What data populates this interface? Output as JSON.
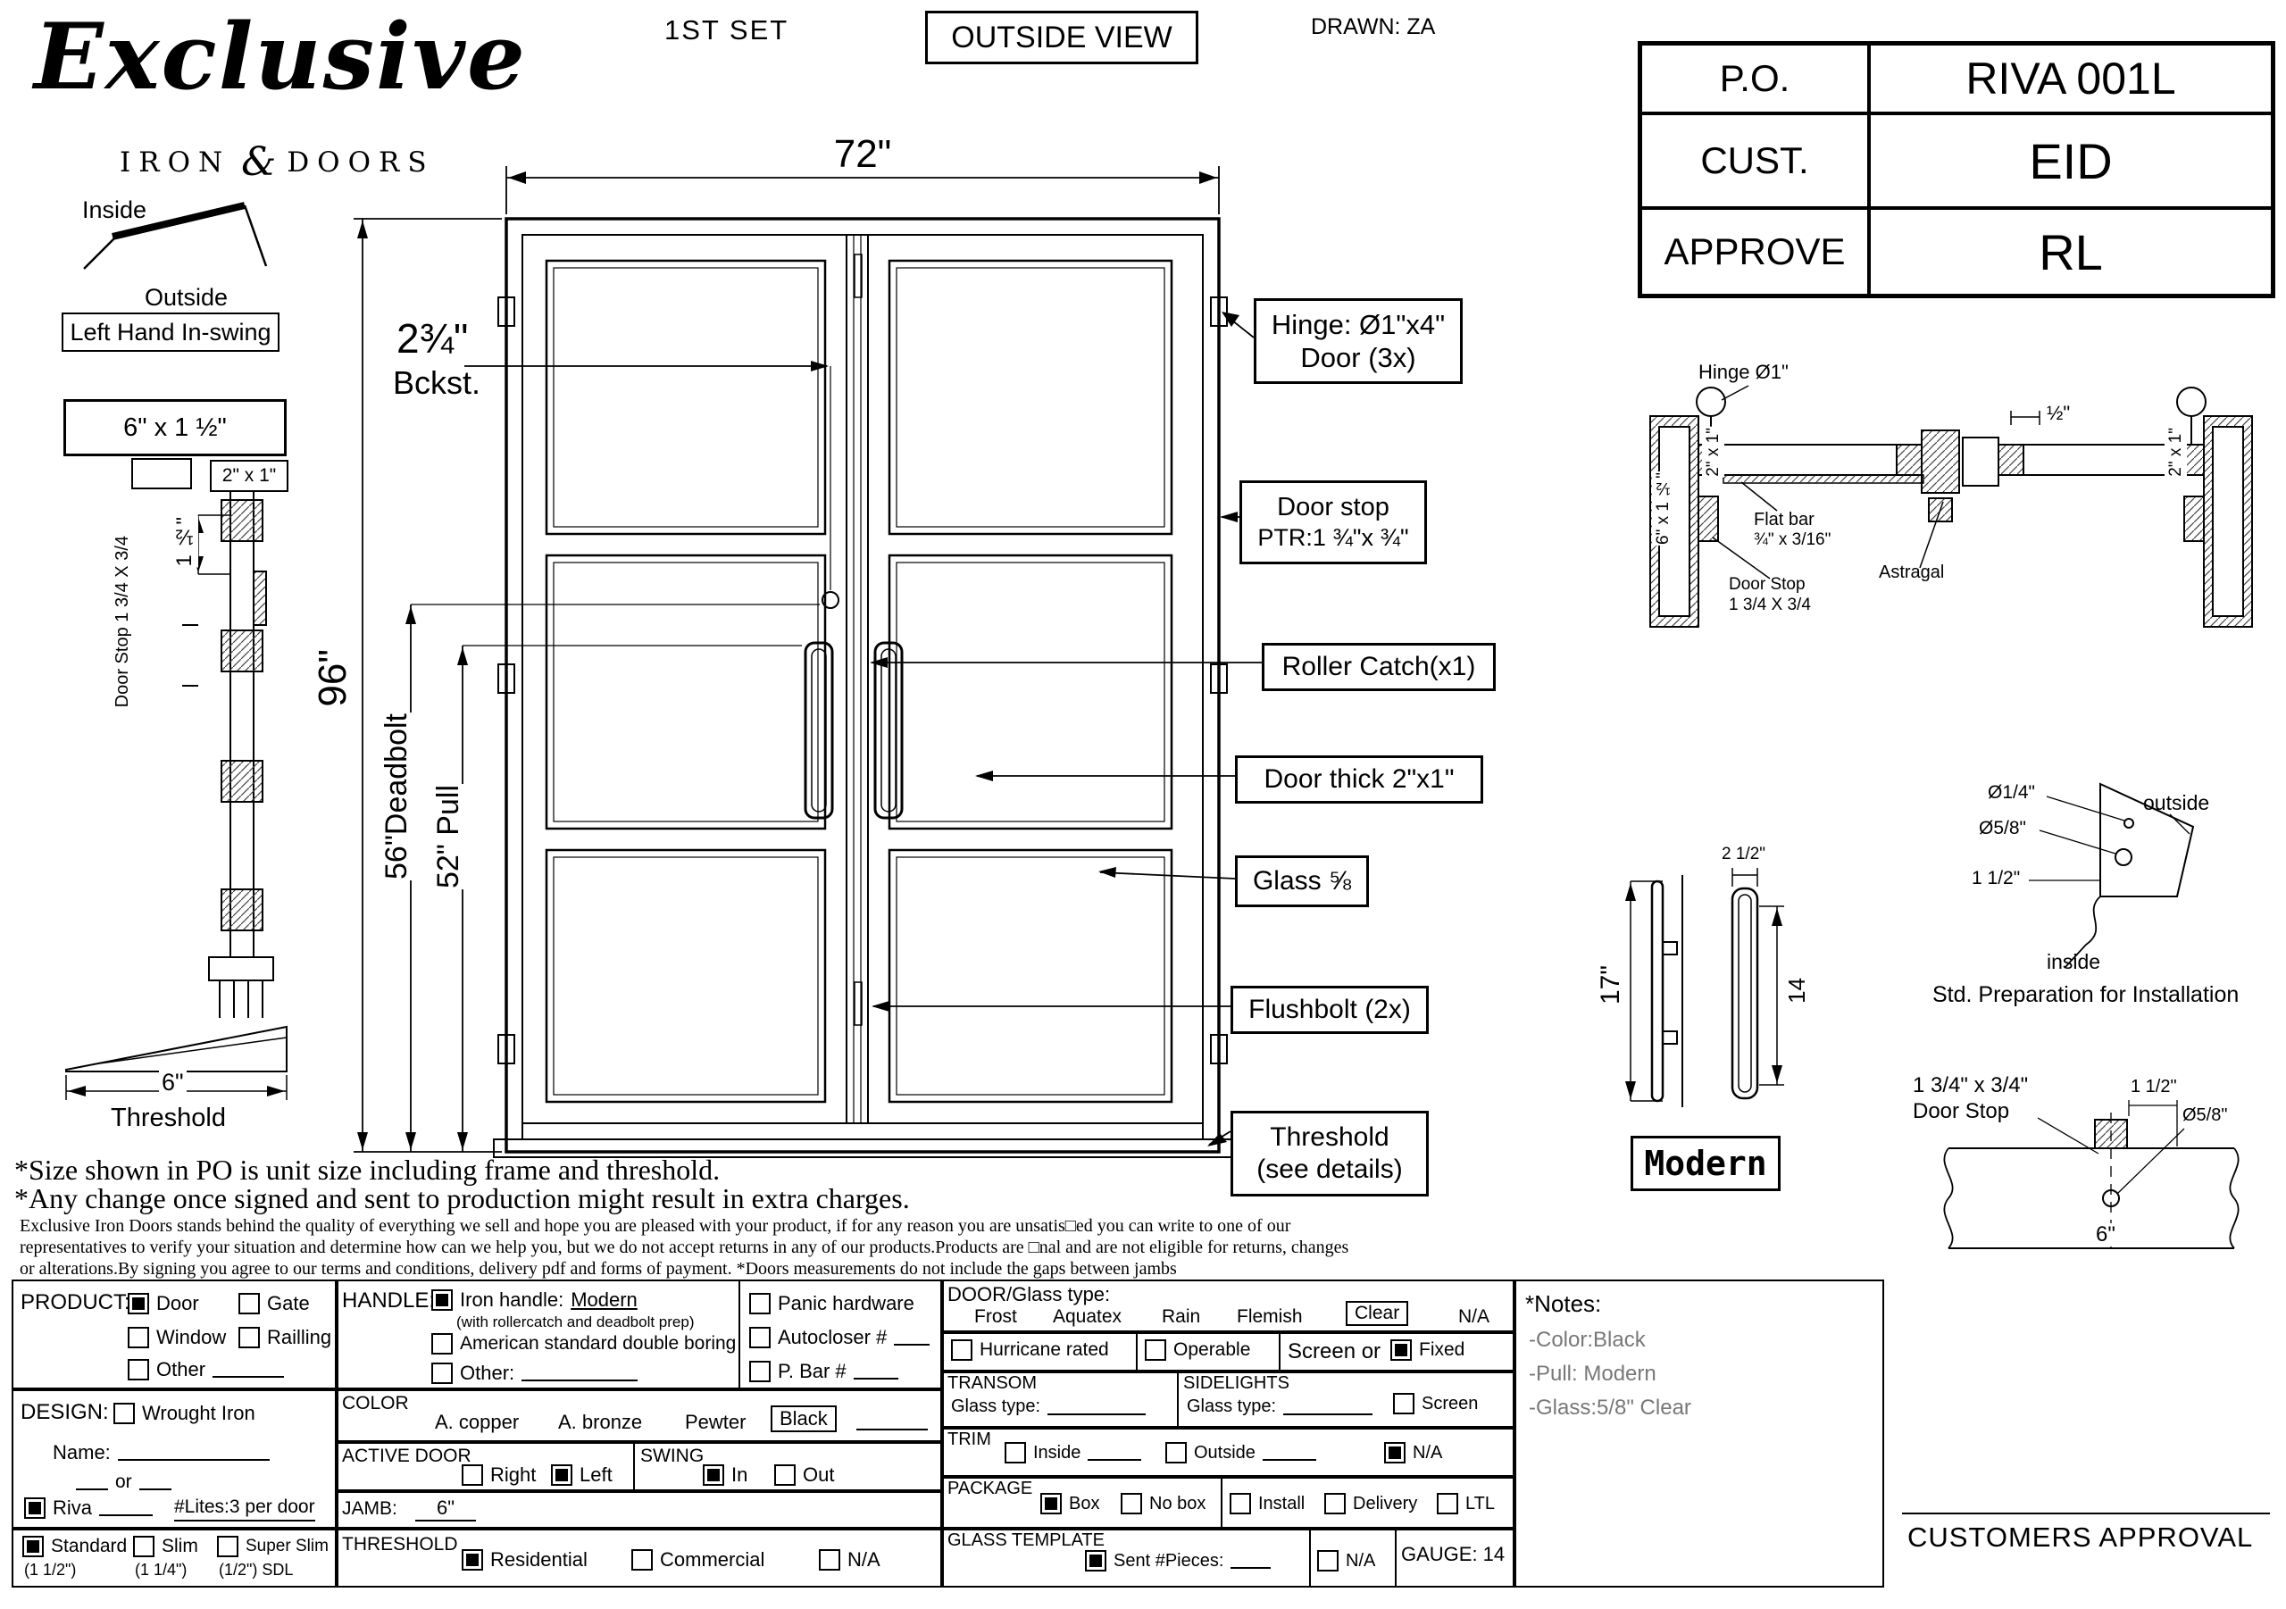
{
  "header": {
    "set_label": "1ST SET",
    "view_label": "OUTSIDE VIEW",
    "drawn_label": "DRAWN: ZA"
  },
  "logo": {
    "script": "Exclusive",
    "iron": "IRON",
    "amp": "&",
    "doors": "DOORS"
  },
  "po_table": {
    "rows": [
      {
        "label": "P.O.",
        "value": "RIVA 001L"
      },
      {
        "label": "CUST.",
        "value": "EID"
      },
      {
        "label": "APPROVE",
        "value": "RL"
      }
    ]
  },
  "swing": {
    "inside": "Inside",
    "outside": "Outside",
    "caption": "Left Hand In-swing"
  },
  "jamb_section": {
    "head_size": "6\" x 1 ½\"",
    "tube_size": "2\" x 1\"",
    "offset": "1 ½\"",
    "door_stop": "Door Stop 1 3/4 X 3/4",
    "width": "6\"",
    "caption": "Threshold"
  },
  "elevation": {
    "width_dim": "72\"",
    "height_dim": "96\"",
    "backset": "2¾\"",
    "backset_label": "Bckst.",
    "deadbolt_dim": "56\"Deadbolt",
    "pull_dim": "52\" Pull",
    "callouts": {
      "hinge_1": "Hinge: Ø1\"x4\"",
      "hinge_2": "Door (3x)",
      "stop_1": "Door stop",
      "stop_2": "PTR:1 ¾\"x ¾\"",
      "roller": "Roller Catch(x1)",
      "thick": "Door thick 2\"x1\"",
      "glass": "Glass ⅝",
      "flush": "Flushbolt (2x)",
      "threshold_1": "Threshold",
      "threshold_2": "(see details)"
    }
  },
  "head_section": {
    "hinge": "Hinge Ø1\"",
    "half": "½\"",
    "tube_left": "2\" x 1\"",
    "tube_right": "2\" x 1\"",
    "jamb": "6\" x 1 ½\"",
    "flat_bar_1": "Flat bar",
    "flat_bar_2": "¾\" x 3/16\"",
    "astragal": "Astragal",
    "stop_1": "Door Stop",
    "stop_2": "1 3/4 X 3/4"
  },
  "pull_detail": {
    "height": "17\"",
    "gap": "2 1/2\"",
    "length": "14",
    "style": "Modern"
  },
  "prep_detail": {
    "hole_small": "Ø1/4\"",
    "hole_big": "Ø5/8\"",
    "offset": "1 1/2\"",
    "outside": "outside",
    "inside": "inside",
    "caption": "Std. Preparation for Installation"
  },
  "stop_detail": {
    "title_1": "1 3/4\" x 3/4\"",
    "title_2": "Door Stop",
    "dim": "1 1/2\"",
    "hole": "Ø5/8\"",
    "width": "6\""
  },
  "disclaimer": {
    "line1": "*Size shown in PO is unit size including frame and threshold.",
    "line2": "*Any change once signed and sent to production might result in extra charges.",
    "para1": "Exclusive Iron Doors stands behind the quality of everything we sell and hope you are pleased with your product, if for any reason you are unsatis□ed you can write to one of our",
    "para2": "representatives to verify your situation and determine how can we help you, but we do not accept returns in any of our products.Products are □nal and are not eligible for returns, changes",
    "para3": "or alterations.By signing you agree to our terms and conditions, delivery pdf and forms of payment. *Doors measurements do not include the gaps between jambs"
  },
  "form": {
    "product": {
      "label": "PRODUCT:",
      "door": {
        "label": "Door",
        "checked": true
      },
      "gate": {
        "label": "Gate",
        "checked": false
      },
      "window": {
        "label": "Window",
        "checked": false
      },
      "railing": {
        "label": "Railling",
        "checked": false
      },
      "other": {
        "label": "Other",
        "checked": false
      }
    },
    "design": {
      "label": "DESIGN:",
      "wrought": {
        "label": "Wrought Iron",
        "checked": false
      },
      "name_label": "Name:",
      "or_label": "or",
      "riva": {
        "label": "Riva",
        "checked": true
      },
      "lites": "#Lites:3 per door"
    },
    "sizes": {
      "standard": {
        "label": "Standard",
        "sub": "(1 1/2\")",
        "checked": true
      },
      "slim": {
        "label": "Slim",
        "sub": "(1 1/4\")",
        "checked": false
      },
      "super_slim": {
        "label": "Super Slim",
        "sub": "(1/2\") SDL",
        "checked": false
      }
    },
    "handle": {
      "label": "HANDLE:",
      "iron": {
        "label": "Iron handle:",
        "value": "Modern",
        "checked": true,
        "sub": "(with rollercatch and deadbolt prep)"
      },
      "american": {
        "label": "American standard double boring",
        "checked": false
      },
      "other": {
        "label": "Other:",
        "checked": false
      }
    },
    "hardware": {
      "panic": {
        "label": "Panic hardware",
        "checked": false
      },
      "autocloser": {
        "label": "Autocloser #",
        "checked": false
      },
      "pbar": {
        "label": "P. Bar #",
        "checked": false
      }
    },
    "color": {
      "label": "COLOR",
      "copper": "A. copper",
      "bronze": "A. bronze",
      "pewter": "Pewter",
      "black": "Black"
    },
    "active_door": {
      "label": "ACTIVE DOOR",
      "right": {
        "label": "Right",
        "checked": false
      },
      "left": {
        "label": "Left",
        "checked": true
      }
    },
    "swing": {
      "label": "SWING",
      "in": {
        "label": "In",
        "checked": true
      },
      "out": {
        "label": "Out",
        "checked": false
      }
    },
    "jamb": {
      "label": "JAMB:",
      "value": "6\""
    },
    "threshold": {
      "label": "THRESHOLD",
      "residential": {
        "label": "Residential",
        "checked": true
      },
      "commercial": {
        "label": "Commercial",
        "checked": false
      },
      "na": {
        "label": "N/A",
        "checked": false
      }
    },
    "door_glass": {
      "label": "DOOR/Glass type:",
      "frost": "Frost",
      "aquatex": "Aquatex",
      "rain": "Rain",
      "flemish": "Flemish",
      "clear": "Clear",
      "na": "N/A"
    },
    "options": {
      "hurricane": {
        "label": "Hurricane rated",
        "checked": false
      },
      "operable": {
        "label": "Operable",
        "checked": false
      },
      "screen_or": "Screen or",
      "fixed": {
        "label": "Fixed",
        "checked": true
      }
    },
    "transom": {
      "label": "TRANSOM",
      "glass_label": "Glass type:"
    },
    "sidelights": {
      "label": "SIDELIGHTS",
      "glass_label": "Glass type:",
      "screen": {
        "label": "Screen",
        "checked": false
      }
    },
    "trim": {
      "label": "TRIM",
      "inside": {
        "label": "Inside",
        "checked": false
      },
      "outside": {
        "label": "Outside",
        "checked": false
      },
      "na": {
        "label": "N/A",
        "checked": true
      }
    },
    "package": {
      "label": "PACKAGE",
      "box": {
        "label": "Box",
        "checked": true
      },
      "no_box": {
        "label": "No box",
        "checked": false
      },
      "install": {
        "label": "Install",
        "checked": false
      },
      "delivery": {
        "label": "Delivery",
        "checked": false
      },
      "ltl": {
        "label": "LTL",
        "checked": false
      }
    },
    "glass_template": {
      "label": "GLASS TEMPLATE",
      "sent": {
        "label": "Sent #Pieces:",
        "checked": true
      },
      "na": {
        "label": "N/A",
        "checked": false
      },
      "gauge": "GAUGE: 14"
    },
    "notes": {
      "title": "*Notes:",
      "line1": "-Color:Black",
      "line2": "-Pull: Modern",
      "line3": "-Glass:5/8\" Clear"
    }
  },
  "approval_label": "CUSTOMERS APPROVAL"
}
